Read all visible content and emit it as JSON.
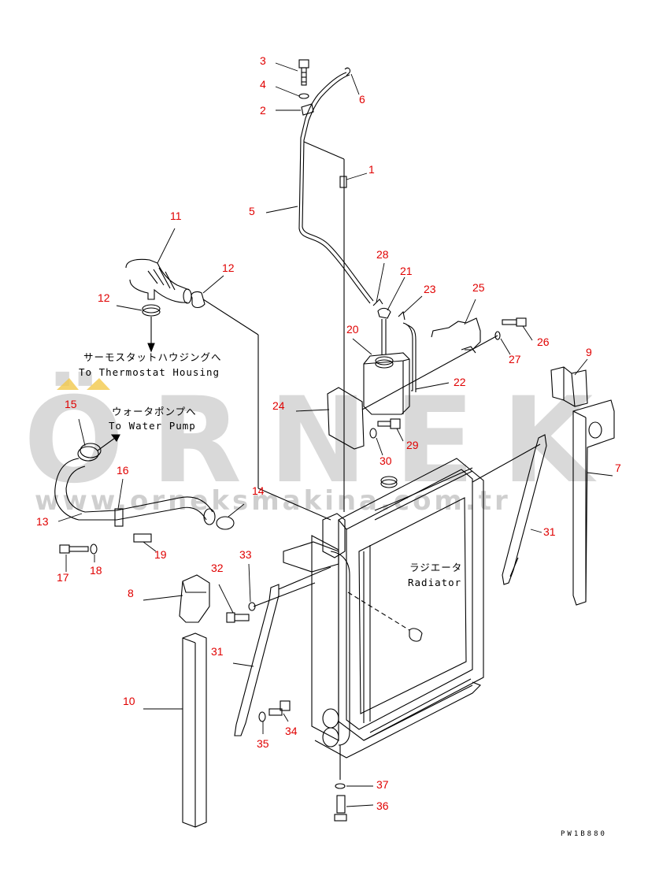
{
  "watermark": {
    "brand": "ÖRNEK",
    "url": "www.orneksmakina.com.tr"
  },
  "notes": {
    "thermostat_jp": "サーモスタットハウジングへ",
    "thermostat_en": "To Thermostat Housing",
    "water_pump_jp": "ウォータポンプへ",
    "water_pump_en": "To Water Pump",
    "radiator_jp": "ラジエータ",
    "radiator_en": "Radiator"
  },
  "drawing_code": "PW1B880",
  "callouts": {
    "c1": "1",
    "c2": "2",
    "c3": "3",
    "c4": "4",
    "c5": "5",
    "c6": "6",
    "c7": "7",
    "c8": "8",
    "c9": "9",
    "c10": "10",
    "c11": "11",
    "c12a": "12",
    "c12b": "12",
    "c13": "13",
    "c14": "14",
    "c15": "15",
    "c16": "16",
    "c17": "17",
    "c18": "18",
    "c19": "19",
    "c20": "20",
    "c21": "21",
    "c22": "22",
    "c23": "23",
    "c24": "24",
    "c25": "25",
    "c26": "26",
    "c27": "27",
    "c28": "28",
    "c29": "29",
    "c30": "30",
    "c31a": "31",
    "c31b": "31",
    "c32": "32",
    "c33": "33",
    "c34": "34",
    "c35": "35",
    "c36": "36",
    "c37": "37"
  },
  "colors": {
    "callout": "#e00000",
    "line": "#000000",
    "watermark": "#d9d9d9",
    "accent": "#f2c94c"
  }
}
